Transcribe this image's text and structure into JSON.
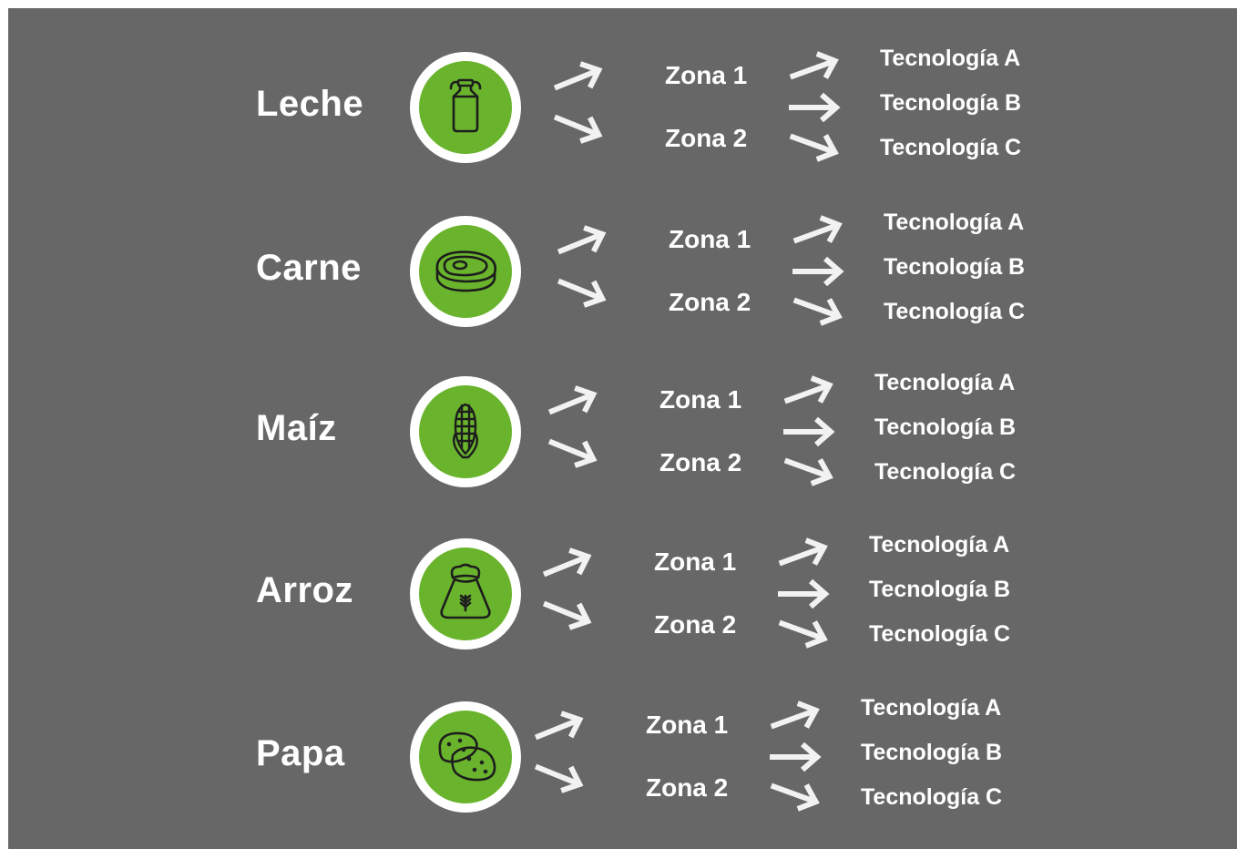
{
  "colors": {
    "background": "#676767",
    "accent": "#6ab42d",
    "text": "#ffffff",
    "arrow": "#f2f2f2",
    "icon_stroke": "#1d1d1d"
  },
  "rows": [
    {
      "product": "Leche",
      "icon": "milk-can-icon",
      "zones": [
        "Zona 1",
        "Zona 2"
      ],
      "technologies": [
        "Tecnología A",
        "Tecnología B",
        "Tecnología C"
      ]
    },
    {
      "product": "Carne",
      "icon": "steak-icon",
      "zones": [
        "Zona 1",
        "Zona 2"
      ],
      "technologies": [
        "Tecnología A",
        "Tecnología B",
        "Tecnología C"
      ]
    },
    {
      "product": "Maíz",
      "icon": "corn-icon",
      "zones": [
        "Zona 1",
        "Zona 2"
      ],
      "technologies": [
        "Tecnología A",
        "Tecnología B",
        "Tecnología C"
      ]
    },
    {
      "product": "Arroz",
      "icon": "grain-sack-icon",
      "zones": [
        "Zona 1",
        "Zona 2"
      ],
      "technologies": [
        "Tecnología A",
        "Tecnología B",
        "Tecnología C"
      ]
    },
    {
      "product": "Papa",
      "icon": "potato-icon",
      "zones": [
        "Zona 1",
        "Zona 2"
      ],
      "technologies": [
        "Tecnología A",
        "Tecnología B",
        "Tecnología C"
      ]
    }
  ]
}
